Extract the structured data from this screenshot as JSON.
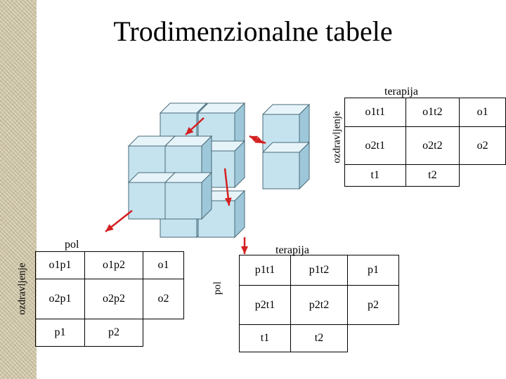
{
  "title": "Trodimenzionalne tabele",
  "top_table": {
    "col_header": "terapija",
    "row_header": "ozdravljenje",
    "rows": [
      [
        "o1t1",
        "o1t2",
        "o1"
      ],
      [
        "o2t1",
        "o2t2",
        "o2"
      ],
      [
        "t1",
        "t2",
        ""
      ]
    ]
  },
  "left_table": {
    "col_header": "pol",
    "row_header": "ozdravljenje",
    "rows": [
      [
        "o1p1",
        "o1p2",
        "o1"
      ],
      [
        "o2p1",
        "o2p2",
        "o2"
      ],
      [
        "p1",
        "p2",
        ""
      ]
    ]
  },
  "right_table": {
    "col_header": "terapija",
    "row_header": "pol",
    "rows": [
      [
        "p1t1",
        "p1t2",
        "p1"
      ],
      [
        "p2t1",
        "p2t2",
        "p2"
      ],
      [
        "t1",
        "t2",
        ""
      ]
    ]
  },
  "colors": {
    "cube_front": "#c4e3ef",
    "cube_top": "#e6f4fa",
    "cube_side": "#9ec8d9",
    "arrow": "#d42020"
  }
}
